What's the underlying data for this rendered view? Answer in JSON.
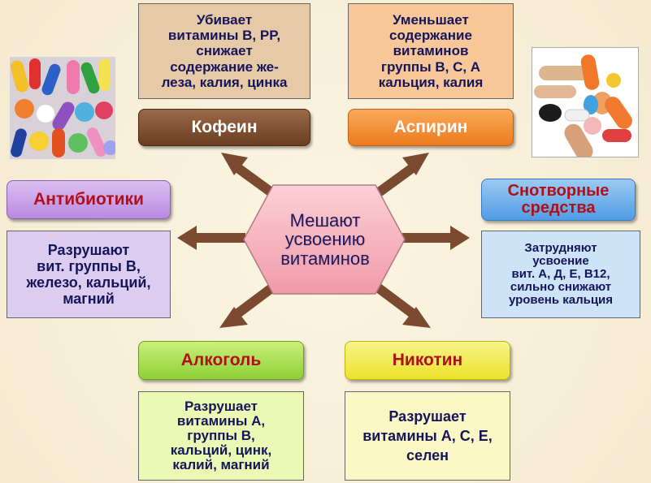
{
  "center": {
    "lines": [
      "Мешают",
      "усвоению",
      "витаминов"
    ],
    "fill": "#f5b8c2",
    "text_color": "#1b1b5e"
  },
  "caffeine": {
    "label": "Кофеин",
    "label_fill": "#7a4a2a",
    "desc_lines": [
      "Убивает",
      "витамины B, PP,",
      "снижает",
      "содержание же-",
      "леза, калия, цинка"
    ],
    "desc_fill": "#e6c9a6"
  },
  "aspirin": {
    "label": "Аспирин",
    "label_fill": "#f28a2a",
    "desc_lines": [
      "Уменьшает",
      "содержание",
      "витаминов",
      "группы В, С, А",
      "кальция, калия"
    ],
    "desc_fill": "#f7c79a"
  },
  "antibiotics": {
    "label": "Антибиотики",
    "label_fill": "#c79ee8",
    "desc_lines": [
      "Разрушают",
      "вит. группы В,",
      "железо, кальций,",
      "магний"
    ],
    "desc_fill": "#dccdf0"
  },
  "sleeping_pills": {
    "label_lines": [
      "Снотворные",
      "средства"
    ],
    "label_fill": "#6fb2ea",
    "desc_lines": [
      "Затрудняют",
      "усвоение",
      "вит. А, Д, Е, В12,",
      "сильно снижают",
      "уровень кальция"
    ],
    "desc_fill": "#cde3f7"
  },
  "alcohol": {
    "label": "Алкоголь",
    "label_fill": "#a6e04e",
    "desc_lines": [
      "Разрушает",
      "витамины А,",
      "группы В,",
      "кальций, цинк,",
      "калий, магний"
    ],
    "desc_fill": "#ecf9b4"
  },
  "nicotine": {
    "label": "Никотин",
    "label_fill": "#f2ee4a",
    "desc_lines": [
      "Разрушает",
      "витамины А, С, Е,",
      "селен"
    ],
    "desc_fill": "#fbf8c6"
  },
  "arrow_color": "#7b4a30"
}
